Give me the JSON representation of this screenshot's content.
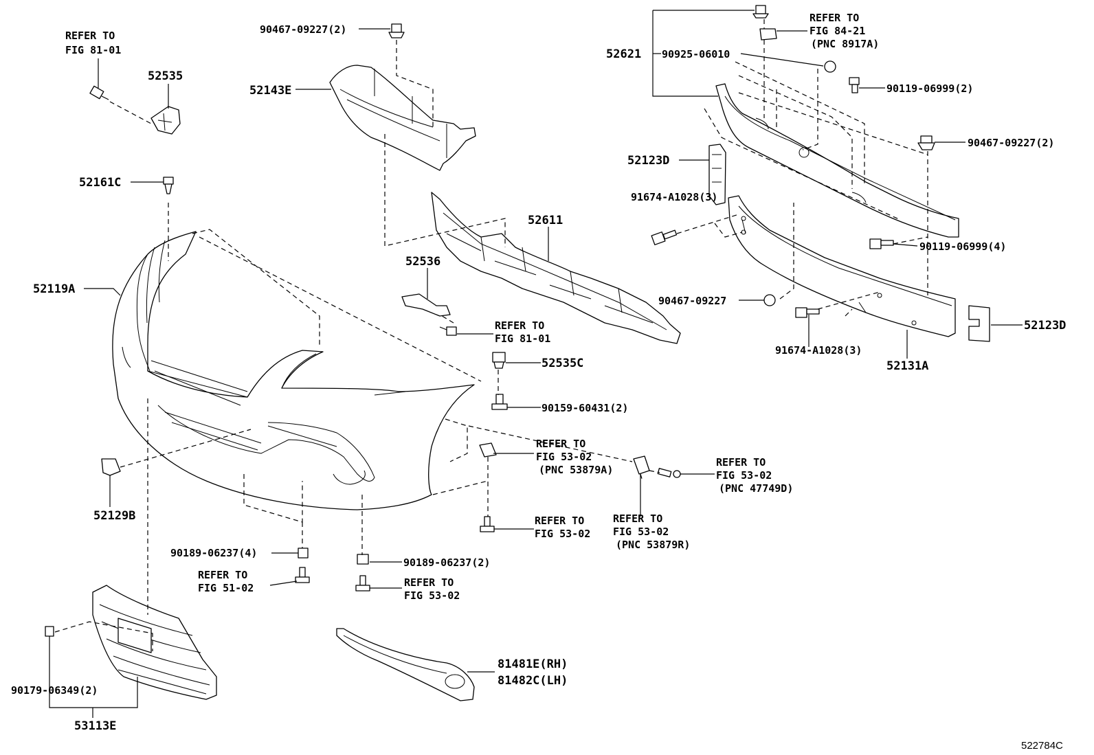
{
  "figure_id": "522784C",
  "refer_to": "REFER TO",
  "labels": {
    "l52621": "52621",
    "l90925": "90925-06010",
    "l52143E": "52143E",
    "l90467_top": "90467-09227(2)",
    "l52535": "52535",
    "l52161C": "52161C",
    "l52119A": "52119A",
    "l52611": "52611",
    "l52536": "52536",
    "l52535C": "52535C",
    "l90159": "90159-60431(2)",
    "l52129B": "52129B",
    "l90189_a": "90189-06237(4)",
    "l90189_b": "90189-06237(2)",
    "l90179": "90179-06349(2)",
    "l53113E": "53113E",
    "l81481E": "81481E(RH)",
    "l81482C": "81482C(LH)",
    "l90119_a": "90119-06999(2)",
    "l90467_right": "90467-09227(2)",
    "l52123D_a": "52123D",
    "l91674_a": "91674-A1028(3)",
    "l90119_b": "90119-06999(4)",
    "l90467_mid": "90467-09227",
    "l91674_b": "91674-A1028(3)",
    "l52131A": "52131A",
    "l52123D_b": "52123D"
  },
  "refs": {
    "r_fig81_top": "FIG 81-01",
    "r_fig81_mid": "FIG 81-01",
    "r_fig84": "FIG 84-21",
    "r_pnc8917A": "(PNC 8917A)",
    "r_fig53_a": "FIG 53-02",
    "r_pnc53879A": "(PNC 53879A)",
    "r_fig53_b": "FIG 53-02",
    "r_pnc47749D": "(PNC 47749D)",
    "r_fig53_c": "FIG 53-02",
    "r_fig53_d": "FIG 53-02",
    "r_pnc53879R": "(PNC 53879R)",
    "r_fig51": "FIG 51-02",
    "r_fig53_e": "FIG 53-02"
  }
}
